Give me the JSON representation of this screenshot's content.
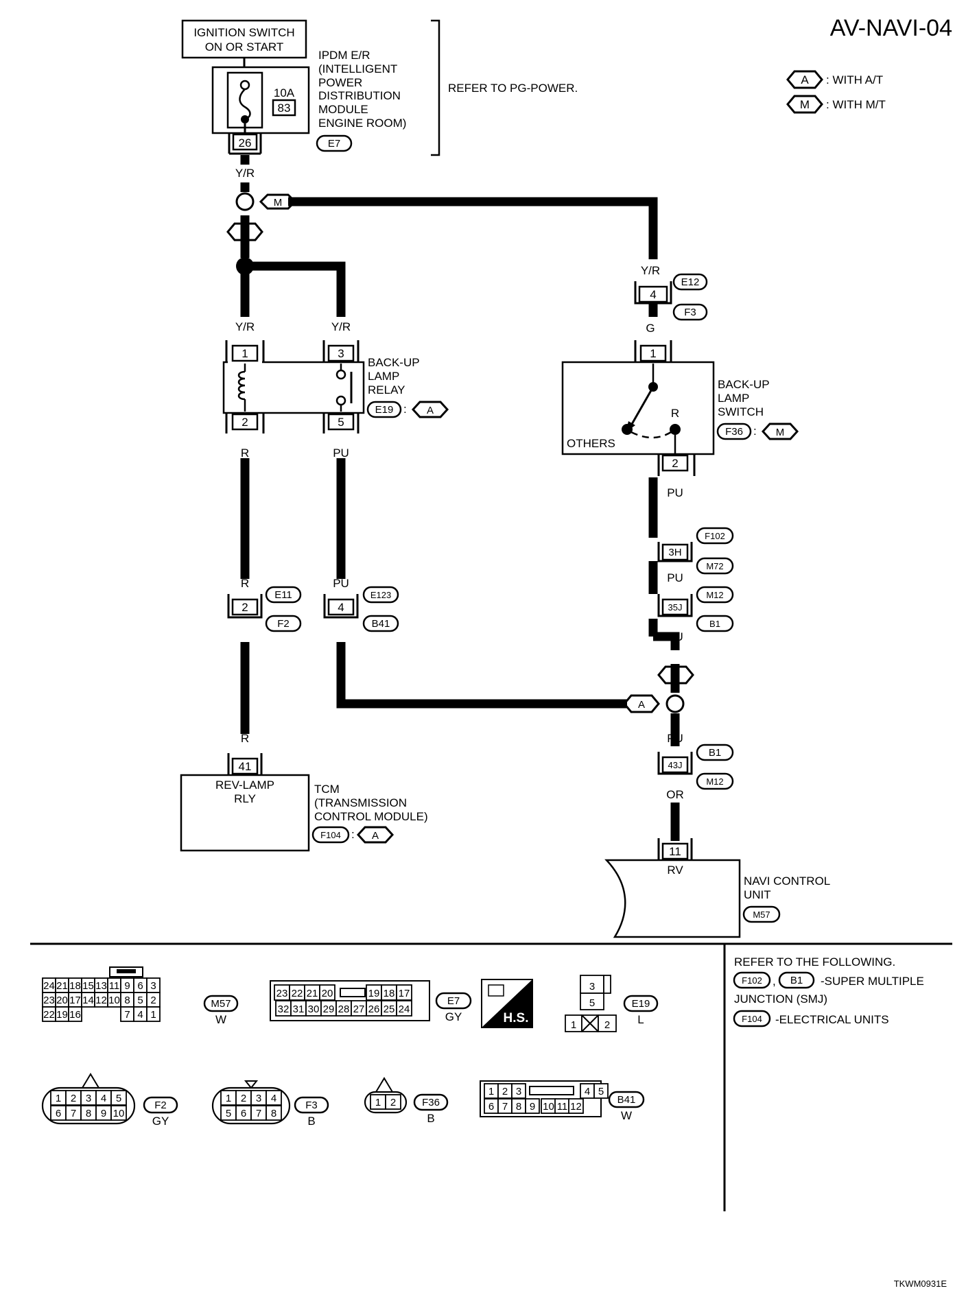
{
  "page_id": "AV-NAVI-04",
  "footer_code": "TKWM0931E",
  "legend": [
    {
      "mark": "A",
      "text": ": WITH A/T"
    },
    {
      "mark": "M",
      "text": ": WITH M/T"
    }
  ],
  "ignition": {
    "label_line1": "IGNITION SWITCH",
    "label_line2": "ON OR START"
  },
  "ipdm": {
    "lines": [
      "IPDM E/R",
      "(INTELLIGENT",
      " POWER",
      " DISTRIBUTION",
      " MODULE",
      " ENGINE ROOM)"
    ],
    "fuse_amp": "10A",
    "fuse_no": "83",
    "pin": "26",
    "connector": "E7",
    "refer": "REFER TO PG-POWER."
  },
  "wires": {
    "yr": "Y/R",
    "g": "G",
    "r": "R",
    "pu": "PU",
    "or": "OR"
  },
  "relay": {
    "lines": [
      "BACK-UP",
      "LAMP",
      "RELAY"
    ],
    "pins": [
      "1",
      "3",
      "2",
      "5"
    ],
    "connector": "E19",
    "variant": "A"
  },
  "switch": {
    "lines": [
      "BACK-UP",
      "LAMP",
      "SWITCH"
    ],
    "pins": [
      "1",
      "2"
    ],
    "pos_r": "R",
    "pos_others": "OTHERS",
    "connector": "F36",
    "variant": "M"
  },
  "junctions": {
    "e12": {
      "pin": "4",
      "top": "E12",
      "bottom": "F3"
    },
    "e11": {
      "pin": "2",
      "top": "E11",
      "bottom": "F2"
    },
    "e123": {
      "pin": "4",
      "top": "E123",
      "bottom": "B41"
    },
    "f102": {
      "pin": "3H",
      "top": "F102",
      "bottom": "M72"
    },
    "m12": {
      "pin": "35J",
      "top": "M12",
      "bottom": "B1"
    },
    "b1": {
      "pin": "43J",
      "top": "B1",
      "bottom": "M12"
    }
  },
  "tcm": {
    "box_line1": "REV-LAMP",
    "box_line2": "RLY",
    "lines": [
      "TCM",
      "(TRANSMISSION",
      " CONTROL MODULE)"
    ],
    "pin": "41",
    "connector": "F104",
    "variant": "A"
  },
  "navi": {
    "pin": "11",
    "terminal": "RV",
    "lines": [
      "NAVI CONTROL",
      "UNIT"
    ],
    "connector": "M57"
  },
  "refer_box": {
    "title": "REFER TO THE FOLLOWING.",
    "items": [
      {
        "codes": [
          "F102",
          "B1"
        ],
        "sep": ",",
        "text": "-SUPER MULTIPLE"
      },
      {
        "codes": [],
        "text": "JUNCTION (SMJ)"
      },
      {
        "codes": [
          "F104"
        ],
        "text": "-ELECTRICAL UNITS"
      }
    ]
  },
  "connector_views": {
    "m57": {
      "code": "M57",
      "color": "W",
      "row1": [
        "24",
        "21",
        "18",
        "15",
        "13",
        "11",
        "9",
        "6",
        "3"
      ],
      "row2": [
        "23",
        "20",
        "17",
        "14",
        "12",
        "10",
        "8",
        "5",
        "2"
      ],
      "row3": [
        "22",
        "19",
        "16",
        "7",
        "4",
        "1"
      ]
    },
    "e7": {
      "code": "E7",
      "color": "GY",
      "row1": [
        "23",
        "22",
        "21",
        "20",
        "19",
        "18",
        "17"
      ],
      "row2": [
        "32",
        "31",
        "30",
        "29",
        "28",
        "27",
        "26",
        "25",
        "24"
      ],
      "hs": "H.S."
    },
    "e19": {
      "code": "E19",
      "color": "L",
      "pins": [
        "3",
        "5",
        "1",
        "2"
      ]
    },
    "f2": {
      "code": "F2",
      "color": "GY",
      "row1": [
        "1",
        "2",
        "3",
        "4",
        "5"
      ],
      "row2": [
        "6",
        "7",
        "8",
        "9",
        "10"
      ]
    },
    "f3": {
      "code": "F3",
      "color": "B",
      "row1": [
        "1",
        "2",
        "3",
        "4"
      ],
      "row2": [
        "5",
        "6",
        "7",
        "8"
      ]
    },
    "f36": {
      "code": "F36",
      "color": "B",
      "pins": [
        "1",
        "2"
      ]
    },
    "b41": {
      "code": "B41",
      "color": "W",
      "row1": [
        "1",
        "2",
        "3",
        "4",
        "5"
      ],
      "row2": [
        "6",
        "7",
        "8",
        "9",
        "10",
        "11",
        "12"
      ]
    }
  }
}
